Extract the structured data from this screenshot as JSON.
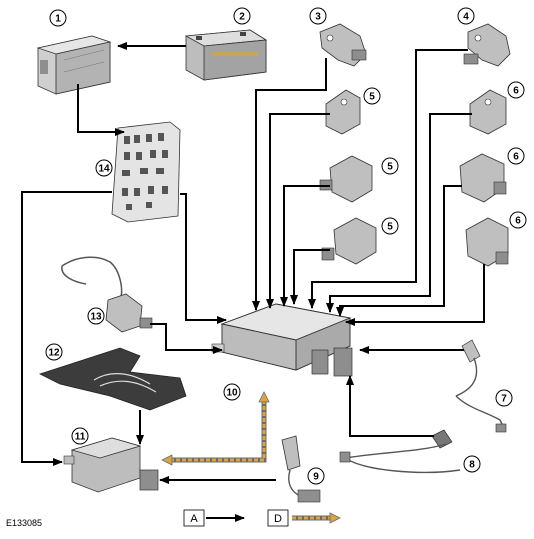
{
  "figure_code": "E133085",
  "callouts": [
    "1",
    "2",
    "3",
    "4",
    "5",
    "5",
    "5",
    "6",
    "6",
    "6",
    "7",
    "8",
    "9",
    "10",
    "11",
    "12",
    "13",
    "14"
  ],
  "legend": {
    "a_label": "A",
    "d_label": "D"
  },
  "colors": {
    "line": "#000000",
    "component_fill": "#cfcfcf",
    "component_dark": "#8e8e8e",
    "dash_fill": "#d9a441",
    "dash_edge": "#6b6b6b"
  }
}
